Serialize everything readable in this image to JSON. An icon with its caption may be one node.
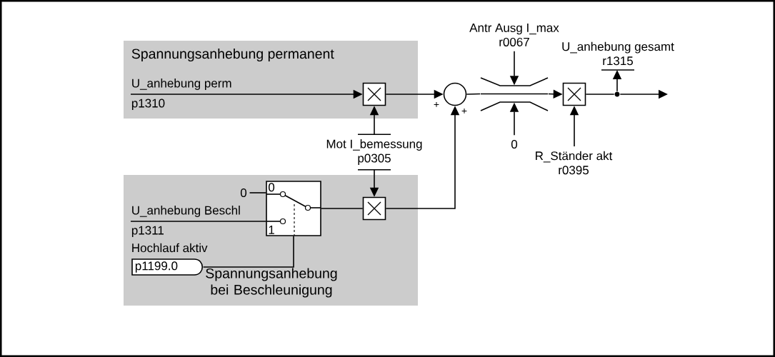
{
  "diagram": {
    "nodes": [
      {
        "text": [
          "Spannungsanhebung permanent"
        ]
      },
      {
        "text": [
          "U_anhebung perm",
          "p1310"
        ],
        "in": 0
      },
      {
        "text": [],
        "shape": "box",
        "in": 0
      },
      {
        "text": [
          "Antr Ausg I_max",
          "r0067"
        ]
      },
      {
        "text": [],
        "shape": "circle"
      },
      {
        "text": [],
        "shape": "limiter"
      },
      {
        "text": [
          "U_anhebung gesamt",
          "r1315"
        ]
      },
      {
        "text": [],
        "shape": "box"
      },
      {
        "text": [],
        "shape": "dot"
      },
      {
        "text": [
          "Mot I_bemessung",
          "p0305"
        ]
      },
      {
        "text": [
          "0"
        ]
      },
      {
        "text": [
          "R_Ständer akt",
          "r0395"
        ]
      },
      {
        "text": [
          "Spannungsanhebung bei Beschleunigung"
        ]
      },
      {
        "text": [
          "0"
        ],
        "in": 12
      },
      {
        "text": [
          "0",
          "1"
        ],
        "in": 12
      },
      {
        "text": [],
        "shape": "box",
        "in": 12
      },
      {
        "text": [
          "U_anhebung Beschl",
          "p1311"
        ],
        "in": 12
      },
      {
        "text": [
          "p1199.0"
        ],
        "beside": [
          "Hochlauf aktiv"
        ],
        "in": 12
      }
    ],
    "edges": [
      {
        "from": 1,
        "to": 2,
        "arrow": "to"
      },
      {
        "from": 9,
        "to": 2,
        "arrow": "to"
      },
      {
        "from": 2,
        "to": 4,
        "arrow": "to",
        "label": "+"
      },
      {
        "from": 4,
        "to": 5,
        "arrow": "none"
      },
      {
        "from": 5,
        "to": 7,
        "arrow": "to"
      },
      {
        "from": 3,
        "to": 5,
        "arrow": "to"
      },
      {
        "from": 10,
        "to": 5,
        "arrow": "to"
      },
      {
        "from": 11,
        "to": 7,
        "arrow": "to"
      },
      {
        "from": 7,
        "to": 8,
        "arrow": "none"
      },
      {
        "from": 8,
        "to": null,
        "arrow": "to"
      },
      {
        "from": 8,
        "to": 6,
        "arrow": "to"
      },
      {
        "from": 13,
        "to": 14,
        "arrow": "none"
      },
      {
        "from": 16,
        "to": 14,
        "arrow": "none"
      },
      {
        "from": 17,
        "to": 14,
        "arrow": "none"
      },
      {
        "from": 14,
        "to": 15,
        "arrow": "none"
      },
      {
        "from": 9,
        "to": 15,
        "arrow": "to"
      },
      {
        "from": 15,
        "to": 4,
        "arrow": "to",
        "label": "+"
      }
    ]
  }
}
